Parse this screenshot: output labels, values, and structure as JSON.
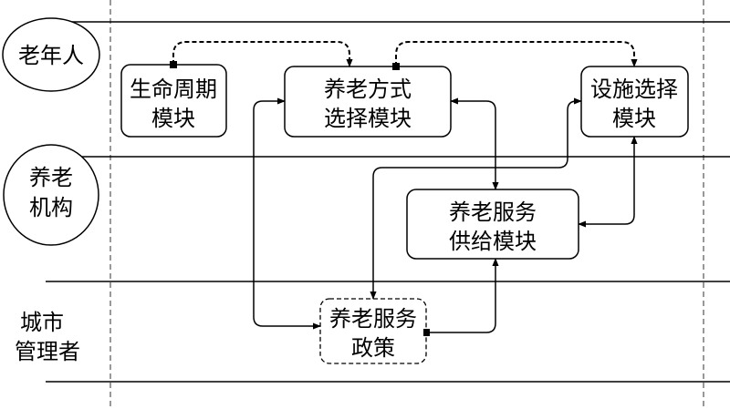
{
  "lanes": {
    "elderly": "老年人",
    "institution": [
      "养老",
      "机构"
    ],
    "city": [
      "城市",
      "管理者"
    ]
  },
  "modules": {
    "life_cycle": [
      "生命周期",
      "模块"
    ],
    "care_mode": [
      "养老方式",
      "选择模块"
    ],
    "facility": [
      "设施选择",
      "模块"
    ],
    "service_supply": [
      "养老服务",
      "供给模块"
    ],
    "policy": [
      "养老服务",
      "政策"
    ]
  }
}
